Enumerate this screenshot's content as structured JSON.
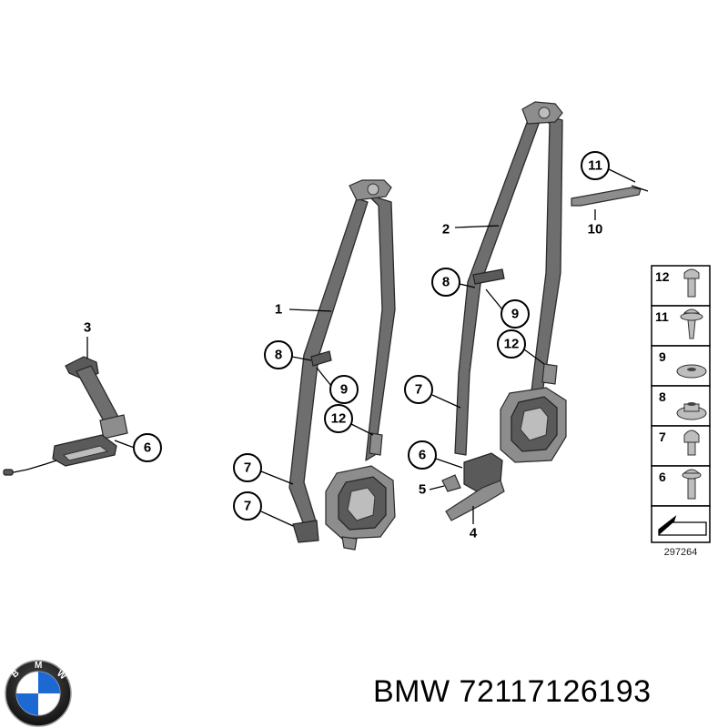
{
  "callouts": {
    "c3": "3",
    "c6a": "6",
    "c1": "1",
    "c8a": "8",
    "c9a": "9",
    "c12a": "12",
    "c7a": "7",
    "c7b": "7",
    "c2": "2",
    "c8b": "8",
    "c9b": "9",
    "c12b": "12",
    "c7c": "7",
    "c6b": "6",
    "c5": "5",
    "c4": "4",
    "c11": "11",
    "c10": "10"
  },
  "legend": {
    "rows": [
      {
        "number": "12",
        "icon": "bolt-icon"
      },
      {
        "number": "11",
        "icon": "bolt-with-flange-icon"
      },
      {
        "number": "9",
        "icon": "washer-icon"
      },
      {
        "number": "8",
        "icon": "collar-nut-icon"
      },
      {
        "number": "7",
        "icon": "short-bolt-icon"
      },
      {
        "number": "6",
        "icon": "bolt-icon"
      },
      {
        "number": "",
        "icon": "arrow-marker-icon"
      }
    ]
  },
  "reference_code": "297264",
  "caption": "BMW 72117126193",
  "logo": {
    "brand": "BMW",
    "letters": "BMW",
    "colors": [
      "#1c69d4",
      "#ffffff",
      "#000000"
    ]
  }
}
